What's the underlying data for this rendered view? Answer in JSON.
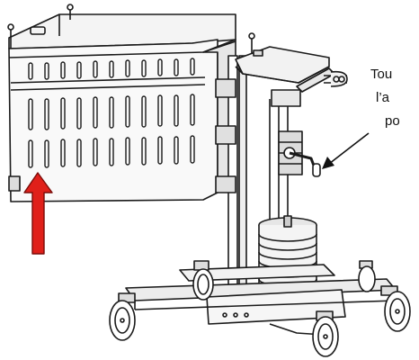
{
  "caption": {
    "line1": "Tou",
    "line2": "l’a",
    "line3": "po"
  },
  "colors": {
    "line": "#1a1a1a",
    "fill_light": "#f4f4f4",
    "fill_mid": "#d9d9d9",
    "arrow_red": "#e0201a"
  },
  "icons": [
    "up-arrow-icon",
    "pointer-arrow-icon"
  ]
}
